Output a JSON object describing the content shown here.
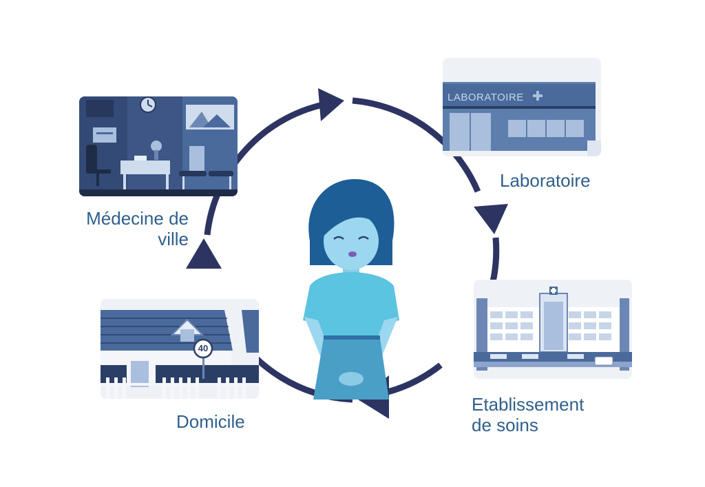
{
  "nodes": {
    "medecine": {
      "line1": "Médecine de",
      "line2": "ville"
    },
    "laboratoire": {
      "label": "Laboratoire",
      "sign": "LABORATOIRE"
    },
    "etablissement": {
      "line1": "Etablissement",
      "line2": "de soins"
    },
    "domicile": {
      "label": "Domicile",
      "house_number": "40"
    }
  },
  "colors": {
    "ring": "#2d3461",
    "label": "#2f5f8c",
    "illustration_dark": "#2b3f66",
    "illustration_mid": "#4a6a9c",
    "illustration_light": "#a9bfdd",
    "patient_top": "#5bc4e0",
    "patient_skin": "#9bd7ef",
    "patient_hair": "#1e5e96"
  },
  "icons": [
    "clockwise-arrow-icon",
    "patient-figure",
    "office-illustration",
    "laboratory-illustration",
    "hospital-illustration",
    "house-illustration"
  ]
}
